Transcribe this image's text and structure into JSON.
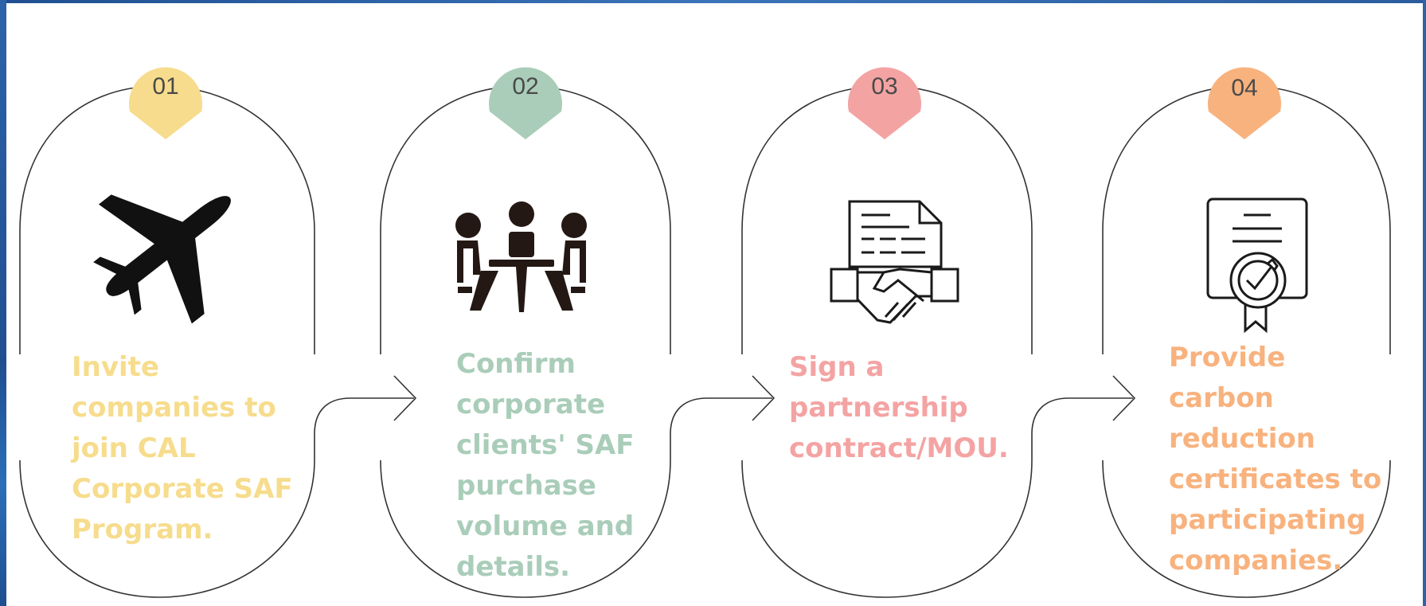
{
  "colors": {
    "border": "#1f4f91",
    "outline": "#333333",
    "icon": "#1a1a1a"
  },
  "steps": [
    {
      "number": "01",
      "icon": "airplane-icon",
      "color": "#f6dc8c",
      "text": [
        "Invite",
        "companies to",
        "join CAL",
        "Corporate SAF",
        "Program."
      ]
    },
    {
      "number": "02",
      "icon": "meeting-icon",
      "color": "#a9cdb9",
      "text": [
        "Confirm",
        "corporate",
        "clients' SAF",
        "purchase",
        "volume and",
        "details."
      ]
    },
    {
      "number": "03",
      "icon": "contract-handshake-icon",
      "color": "#f4a3a3",
      "text": [
        "Sign a",
        "partnership",
        "contract/MOU."
      ]
    },
    {
      "number": "04",
      "icon": "certificate-icon",
      "color": "#f8b27e",
      "text": [
        "Provide",
        "carbon",
        "reduction",
        "certificates to",
        "participating",
        "companies."
      ]
    }
  ]
}
